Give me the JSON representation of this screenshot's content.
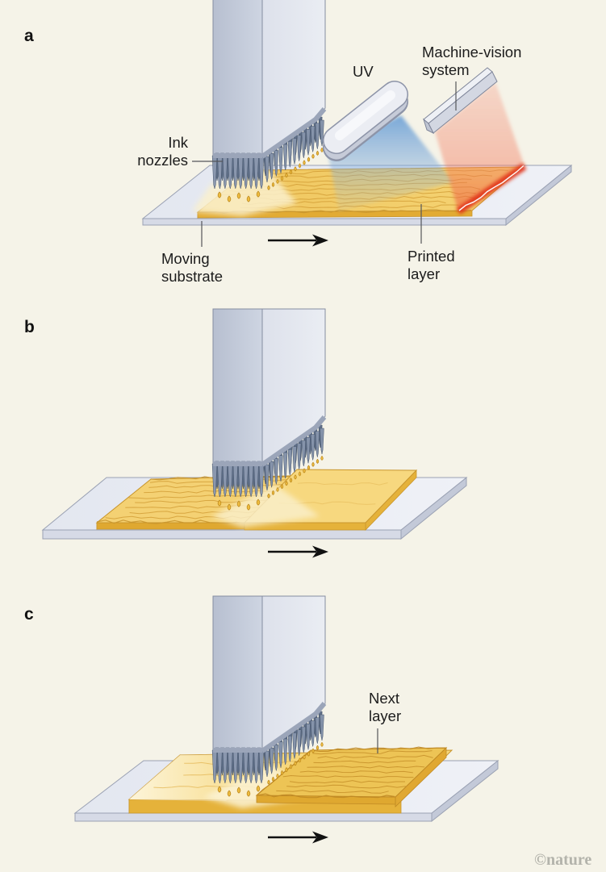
{
  "colors": {
    "background": "#f5f3e8",
    "ink_yellow": "#f2ca67",
    "ink_edge_gold": "#e0a830",
    "uv_blue": "#6ea4d8",
    "scan_red": "#e03a1e",
    "machine_gray": "#d3d7e2",
    "droplet_yellow": "#edbc3f",
    "pin_gray": "#8593aa"
  },
  "panel_a": {
    "label": "a",
    "ink_nozzles": [
      "Ink",
      "nozzles"
    ],
    "uv_label": "UV",
    "machine_vision": [
      "Machine-vision",
      "system"
    ],
    "moving_substrate": [
      "Moving",
      "substrate"
    ],
    "printed_layer": [
      "Printed",
      "layer"
    ]
  },
  "panel_b": {
    "label": "b"
  },
  "panel_c": {
    "label": "c",
    "next_layer": [
      "Next",
      "layer"
    ]
  },
  "watermark": "©nature"
}
